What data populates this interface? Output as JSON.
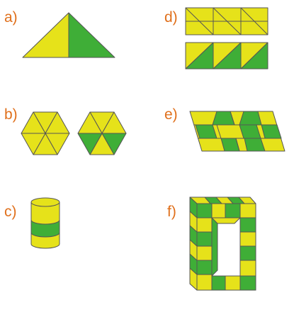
{
  "labels": {
    "a": "a)",
    "b": "b)",
    "c": "c)",
    "d": "d)",
    "e": "e)",
    "f": "f)"
  },
  "colors": {
    "yellow": "#e6e21a",
    "green": "#3fae37",
    "label": "#e0701c",
    "stroke": "#555555"
  }
}
